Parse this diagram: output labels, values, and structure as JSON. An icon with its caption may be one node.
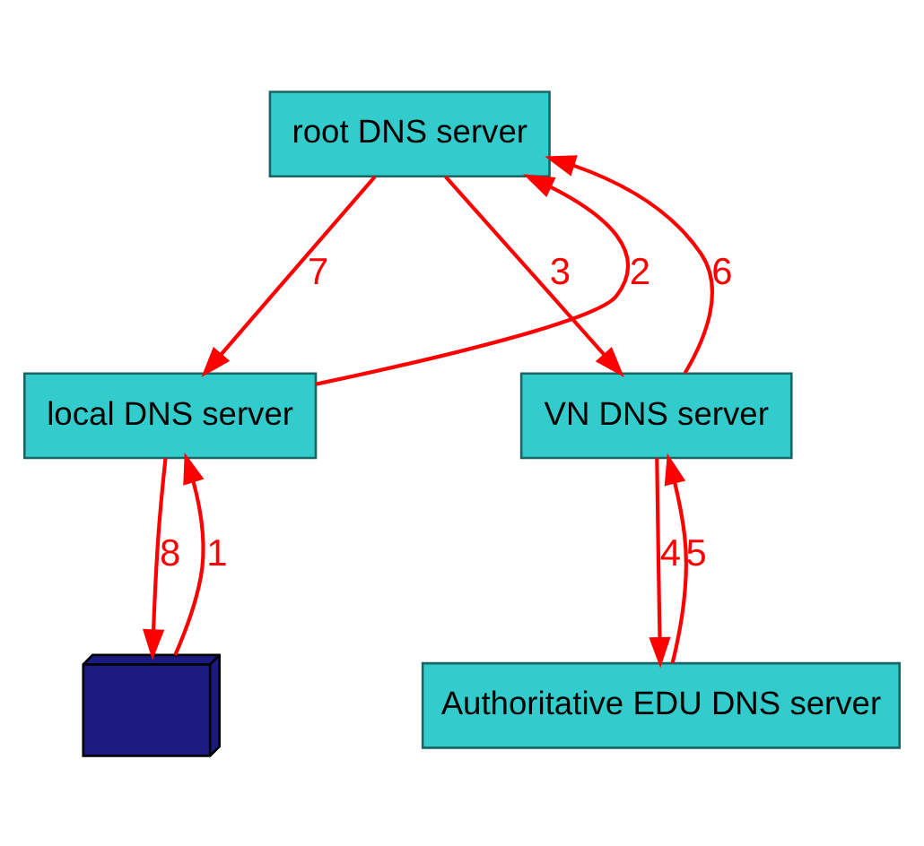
{
  "diagram": {
    "nodes": [
      {
        "text": [
          "root DNS server"
        ]
      },
      {
        "text": [
          "local DNS server"
        ]
      },
      {
        "text": [
          "VN DNS server"
        ]
      },
      {
        "text": [
          "Authoritative EDU DNS server"
        ]
      },
      {
        "text": [],
        "shape": "computer"
      }
    ],
    "edges": [
      {
        "from": 4,
        "to": 1,
        "arrow": "to",
        "label": "1"
      },
      {
        "from": 1,
        "to": 0,
        "arrow": "to",
        "label": "2"
      },
      {
        "from": 0,
        "to": 2,
        "arrow": "to",
        "label": "3"
      },
      {
        "from": 2,
        "to": 3,
        "arrow": "to",
        "label": "4"
      },
      {
        "from": 3,
        "to": 2,
        "arrow": "to",
        "label": "5"
      },
      {
        "from": 2,
        "to": 0,
        "arrow": "to",
        "label": "6"
      },
      {
        "from": 0,
        "to": 1,
        "arrow": "to",
        "label": "7"
      },
      {
        "from": 1,
        "to": 4,
        "arrow": "to",
        "label": "8"
      }
    ]
  }
}
